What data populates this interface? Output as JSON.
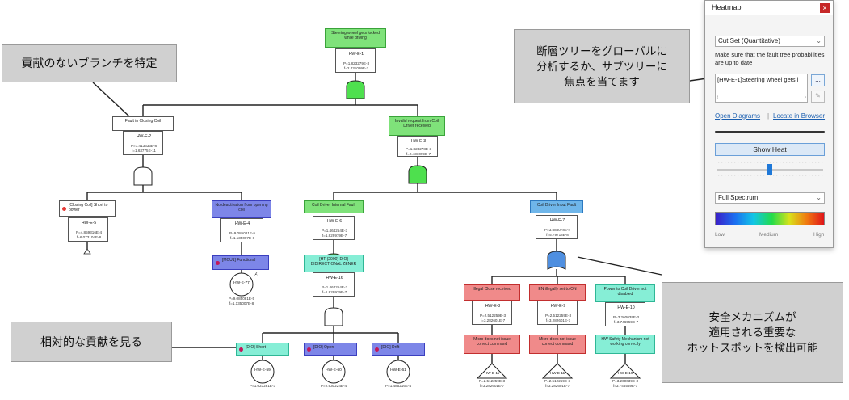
{
  "colors": {
    "green_head": "#7fe27a",
    "green_border": "#3aa33a",
    "blue_head": "#7d86e8",
    "blue_border": "#3b3fbf",
    "teal_head": "#86eed6",
    "teal_border": "#2fb796",
    "lightblue_head": "#6fb6ea",
    "lightblue_border": "#2c79c0",
    "red_head": "#f08a8a",
    "red_border": "#c22e2e",
    "gate_green": "#4ee04e",
    "gate_blue": "#4f8fe0",
    "gate_white": "#ffffff",
    "callout_bg": "#d0d0d0"
  },
  "tree": {
    "nodes": [
      {
        "key": "top",
        "title": "Steering wheel gets locked while driving",
        "id": "HW-E-1",
        "p": "P=1.823279E-3",
        "f": "f=2.431099E-7",
        "color": "green",
        "gate": "and-green"
      },
      {
        "key": "fault",
        "title": "Fault in Closing Coil",
        "id": "HW-E-2",
        "p": "P=1.413633E-8",
        "f": "f=1.63775E-11",
        "color": "white",
        "gate": "and-white"
      },
      {
        "key": "invalid",
        "title": "Invalid request from Coil Driver received",
        "id": "HW-E-3",
        "p": "P=1.823278E-3",
        "f": "f=2.431099E-7",
        "color": "green",
        "gate": "and-green"
      },
      {
        "key": "closing",
        "title": "[Closing Coil] Short to power",
        "id": "HW-E-5",
        "p": "P=4.859316E-4",
        "f": "f=6.073104E-8",
        "color": "white",
        "dot": true
      },
      {
        "key": "nodeact",
        "title": "No deactivation from opening coil",
        "id": "HW-E-4",
        "p": "P=9.085081E-5",
        "f": "f=1.135007E-8",
        "color": "blue"
      },
      {
        "key": "mcu",
        "title": "[MCU1] Functional",
        "id": "",
        "color": "blue",
        "dot": true
      },
      {
        "key": "cdi",
        "title": "Coil Driver Internal Fault",
        "id": "HW-E-6",
        "p": "P=1.464254E-3",
        "f": "f=1.829979E-7",
        "color": "green",
        "gate": "and-green"
      },
      {
        "key": "cdif",
        "title": "Coil Driver Input Fault",
        "id": "HW-E-7",
        "p": "P=3.588078E-4",
        "f": "f=5.79718E-8",
        "color": "lightblue",
        "gate": "or-blue"
      },
      {
        "key": "diode",
        "title": "[HT (2000) DIO] BIDIRECTIONAL ZENER",
        "id": "HW-E-16",
        "p": "P=1.464254E-3",
        "f": "f=1.829979E-7",
        "color": "teal",
        "gate": "and-white"
      },
      {
        "key": "short",
        "title": "[DIO] Short",
        "color": "teal",
        "dot": true
      },
      {
        "key": "open",
        "title": "[DIO] Open",
        "color": "blue",
        "dot": true
      },
      {
        "key": "drift",
        "title": "[DIO] Drift",
        "color": "blue",
        "dot": true
      },
      {
        "key": "illegal",
        "title": "Illegal Close received",
        "id": "HW-E-8",
        "p": "P=2.512259E-3",
        "f": "f=3.282601E-7",
        "color": "red"
      },
      {
        "key": "en",
        "title": "EN illegally set to ON",
        "id": "HW-E-9",
        "p": "P=2.512259E-3",
        "f": "f=3.282601E-7",
        "color": "red"
      },
      {
        "key": "power",
        "title": "Power to Coil Driver not disabled",
        "id": "HW-E-10",
        "p": "P=3.260039E-3",
        "f": "f=3.746559E-7",
        "color": "teal"
      },
      {
        "key": "micro1",
        "title": "Micro does not issue correct command",
        "color": "red"
      },
      {
        "key": "micro2",
        "title": "Micro does not issue correct command",
        "color": "red"
      },
      {
        "key": "safety",
        "title": "HW Safety Mechanism not working correctly",
        "color": "teal"
      }
    ],
    "basic_events": [
      {
        "key": "mcu-ev",
        "id": "HW-E-77",
        "p": "P=9.085081E-5",
        "f": "f=1.135007E-8",
        "tag": "(2)"
      },
      {
        "key": "short-ev",
        "id": "HW-E-59",
        "p": "P=1.023281E-3",
        "f": ""
      },
      {
        "key": "open-ev",
        "id": "HW-E-60",
        "p": "P=2.930224E-4",
        "f": ""
      },
      {
        "key": "drift-ev",
        "id": "HW-E-61",
        "p": "P=1.485216E-4",
        "f": ""
      }
    ],
    "transfer_events": [
      {
        "key": "tr1",
        "id": "HW-E-11",
        "p": "P=2.512259E-3",
        "f": "f=3.282601E-7"
      },
      {
        "key": "tr2",
        "id": "HW-E-11",
        "p": "P=2.512259E-3",
        "f": "f=3.282601E-7"
      },
      {
        "key": "tr3",
        "id": "HW-E-19",
        "p": "P=3.260039E-3",
        "f": "f=3.746559E-7"
      }
    ]
  },
  "callouts": {
    "branch": "貢献のないブランチを特定",
    "subtree": "断層ツリーをグローバルに\n分析するか、サブツリーに\n焦点を当てます",
    "hotspot": "安全メカニズムが\n適用される重要な\nホットスポットを検出可能",
    "relative": "相対的な貢献を見る"
  },
  "heatmap": {
    "title": "Heatmap",
    "close": "×",
    "mode": "Cut Set (Quantitative)",
    "note": "Make sure that the fault tree probabilities are up to date",
    "list_item": "[HW-E-1]Steering wheel gets l",
    "browse": "...",
    "edit": "✎",
    "open_diagrams": "Open Diagrams",
    "sep": "|",
    "locate": "Locate in Browser",
    "show_heat": "Show Heat",
    "spectrum": "Full Spectrum",
    "low": "Low",
    "medium": "Medium",
    "high": "High",
    "slider_level": 0.5
  }
}
